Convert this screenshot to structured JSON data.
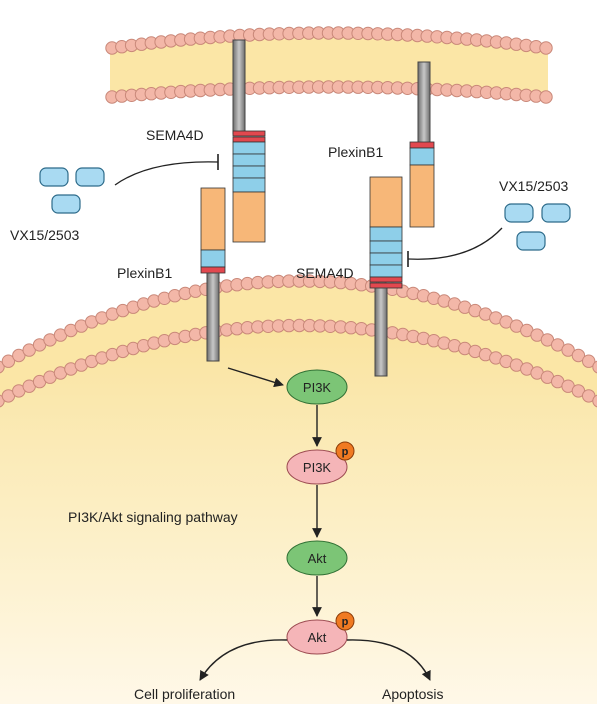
{
  "labels": {
    "sema4d_top": "SEMA4D",
    "plexinb1_top": "PlexinB1",
    "vx_left": "VX15/2503",
    "vx_right": "VX15/2503",
    "plexinb1_bottom": "PlexinB1",
    "sema4d_bottom": "SEMA4D",
    "pathway": "PI3K/Akt signaling pathway",
    "outcome_left": "Cell proliferation",
    "outcome_right": "Apoptosis"
  },
  "nodes": {
    "pi3k": "PI3K",
    "pi3k_p": "PI3K",
    "akt": "Akt",
    "akt_p": "Akt",
    "phospho": "p"
  },
  "colors": {
    "membrane_fill": "#fbe6a6",
    "lipid_head": "#f3b7a8",
    "lipid_stroke": "#c98879",
    "cytoplasm": "#fbedbd",
    "receptor_orange": "#f7b778",
    "receptor_blue": "#8ecfe9",
    "receptor_red": "#e2484f",
    "stalk_gray": "#9a9a9a",
    "node_green": "#7cc576",
    "node_pink": "#f5b5b8",
    "phospho_orange": "#f07a22",
    "antibody_blue": "#a9daf2"
  }
}
